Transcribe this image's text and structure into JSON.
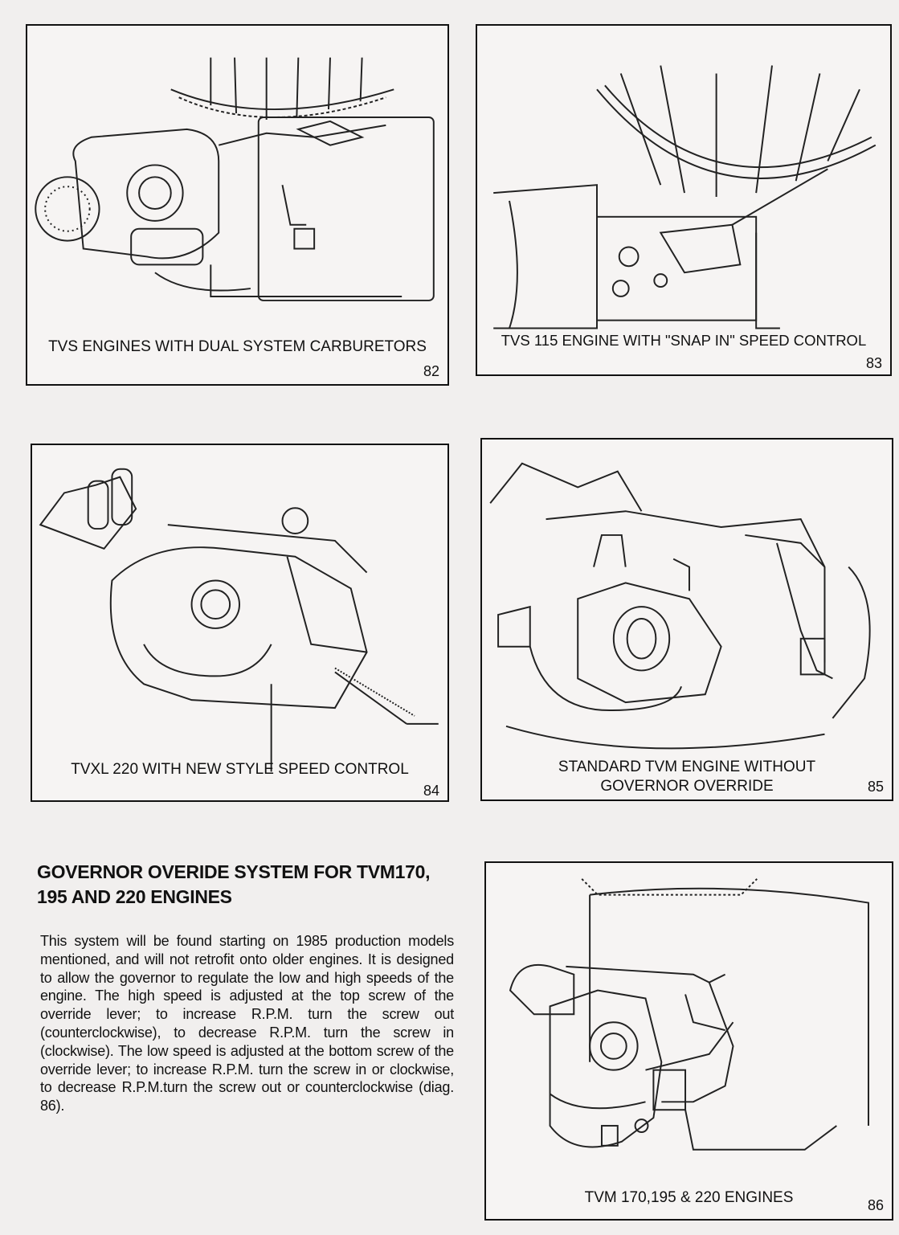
{
  "figures": [
    {
      "id": "82",
      "caption": "TVS ENGINES WITH DUAL SYSTEM CARBURETORS",
      "number": "82"
    },
    {
      "id": "83",
      "caption": "TVS 115 ENGINE WITH \"SNAP IN\" SPEED CONTROL",
      "number": "83"
    },
    {
      "id": "84",
      "caption": "TVXL 220 WITH NEW STYLE SPEED CONTROL",
      "number": "84"
    },
    {
      "id": "85",
      "caption": "STANDARD TVM ENGINE WITHOUT GOVERNOR OVERRIDE",
      "number": "85"
    },
    {
      "id": "86",
      "caption": "TVM 170,195 & 220 ENGINES",
      "number": "86"
    }
  ],
  "section": {
    "heading": "GOVERNOR OVERIDE SYSTEM FOR TVM170, 195 AND 220 ENGINES",
    "body": "This system will be found starting on 1985 production models mentioned, and will not retrofit onto older engines. It is designed to allow the governor to regulate the low and high speeds of the engine. The high speed is adjusted at the top screw of the override lever; to increase R.P.M. turn the screw out (counterclockwise), to decrease R.P.M. turn the screw in (clockwise). The low speed is adjusted at the bottom screw of the override lever; to increase R.P.M. turn the screw in or clockwise, to decrease R.P.M.turn the screw out or counterclockwise (diag. 86)."
  }
}
